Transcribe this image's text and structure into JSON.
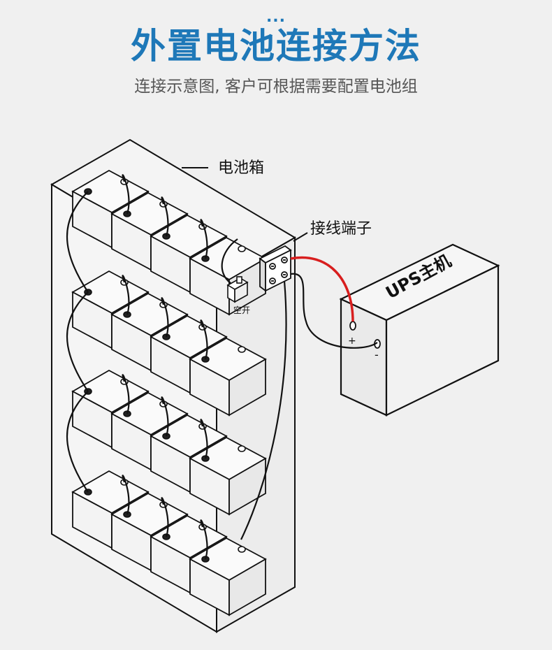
{
  "header": {
    "dots": "...",
    "title": "外置电池连接方法",
    "subtitle": "连接示意图, 客户可根据需要配置电池组"
  },
  "labels": {
    "battery_box": "电池箱",
    "terminal_block": "接线端子",
    "ups_host": "UPS主机",
    "breaker": "空开",
    "positive": "+",
    "negative": "-"
  },
  "colors": {
    "accent": "#1e78b8",
    "positive_wire": "#d81e1e",
    "line": "#111111",
    "background": "#f0f0f0"
  },
  "battery_count": 16
}
